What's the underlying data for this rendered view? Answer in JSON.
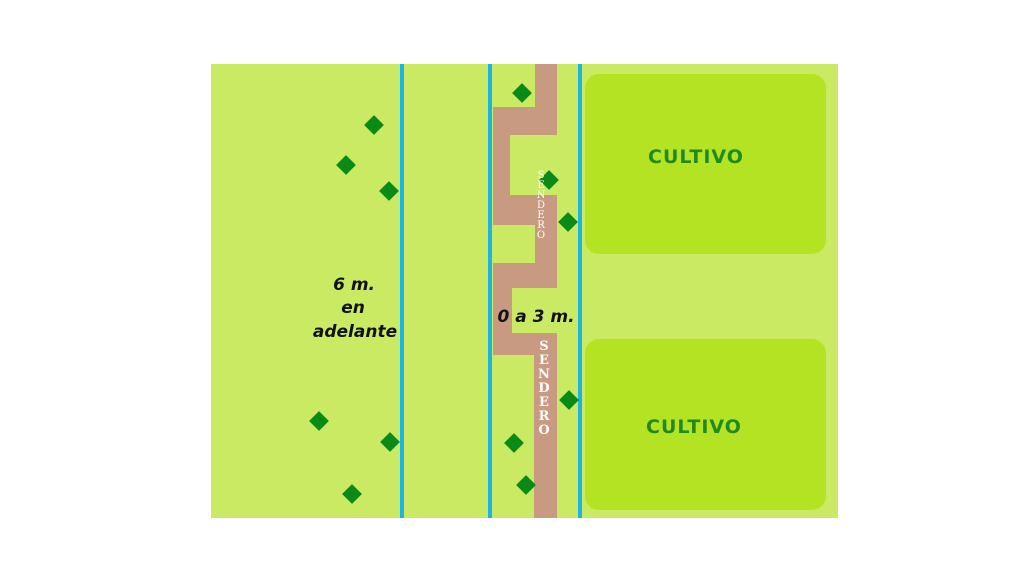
{
  "colors": {
    "background": "#ffffff",
    "field": "#cbea64",
    "crop_block": "#b3e322",
    "path": "#c99a82",
    "boundary_line": "#1cb4e2",
    "shrub": "#0a8a17",
    "crop_text": "#1f8a1f",
    "distance_text": "#111111",
    "path_text": "#ffffff"
  },
  "labels": {
    "distance_far": [
      "6 m.",
      "en",
      "adelante"
    ],
    "distance_near": "0 a 3 m.",
    "path_upper": "SENDERO",
    "path_lower": "SENDERO"
  },
  "crops": [
    {
      "label": "CULTIVO"
    },
    {
      "label": "CULTIVO"
    }
  ],
  "icons": {
    "shrub": "green-diamond-shrub-icon",
    "boundary": "blue-vertical-line"
  }
}
